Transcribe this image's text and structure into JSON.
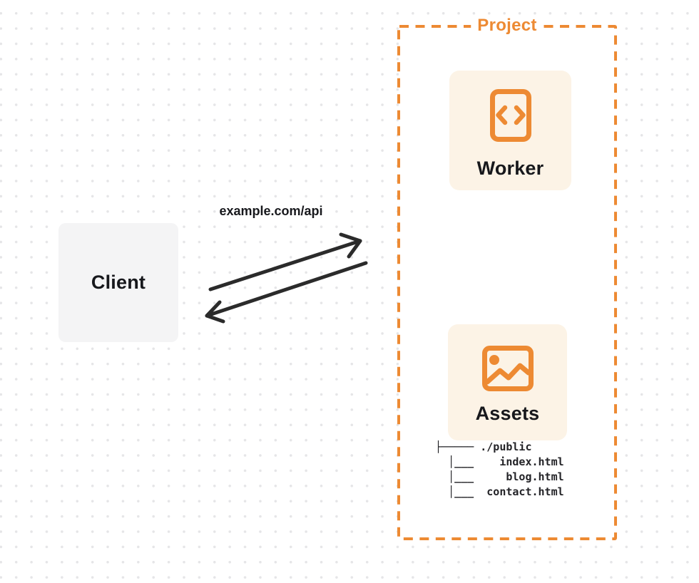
{
  "colors": {
    "orange": "#ED8A33",
    "cream": "#FCF3E6",
    "client_gray": "#F4F4F5",
    "ink": "#17181C",
    "arrow": "#2B2B2B",
    "dots": "#E5E5E7",
    "tree_ink": "#232327"
  },
  "icons": {
    "worker": "code-document-icon",
    "assets": "image-icon"
  },
  "diagram": {
    "client": {
      "label": "Client"
    },
    "request": {
      "url_label": "example.com/api"
    },
    "project": {
      "label": "Project",
      "worker": {
        "label": "Worker"
      },
      "assets": {
        "label": "Assets"
      },
      "file_tree": {
        "text": " ├───── ./public\n   │___    index.html\n   │___     blog.html\n   │___  contact.html"
      }
    }
  }
}
